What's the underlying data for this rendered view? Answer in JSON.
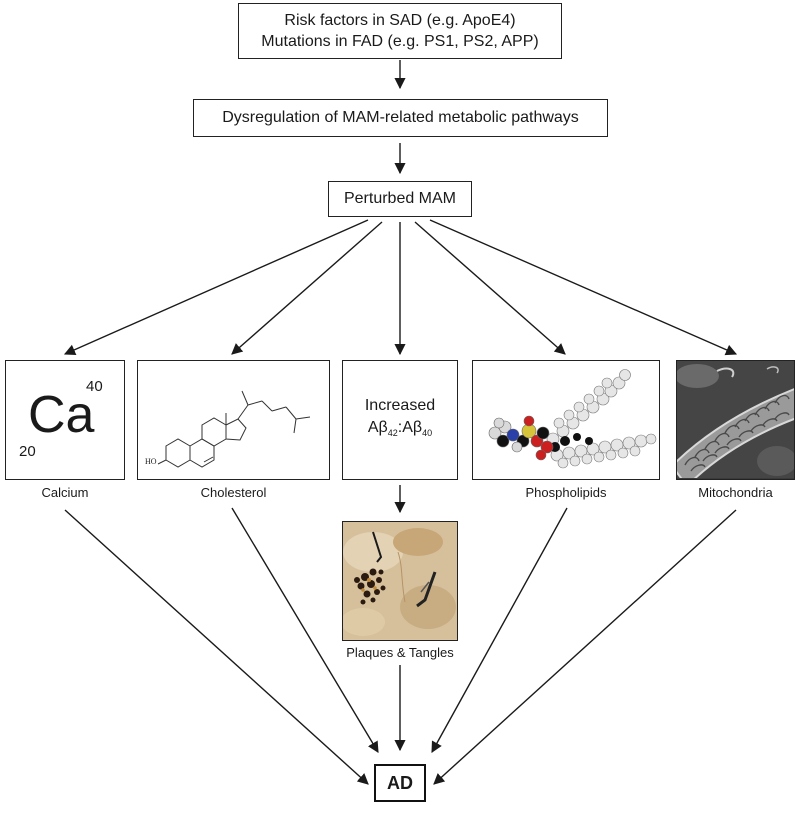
{
  "diagram": {
    "top_box": {
      "line1": "Risk factors in SAD (e.g. ApoE4)",
      "line2": "Mutations in FAD (e.g. PS1, PS2, APP)"
    },
    "dysregulation_box": "Dysregulation of MAM-related metabolic pathways",
    "perturbed_box": "Perturbed MAM",
    "calcium": {
      "symbol": "Ca",
      "mass_number": "40",
      "atomic_number": "20",
      "caption": "Calcium"
    },
    "cholesterol": {
      "ho_label": "HO",
      "caption": "Cholesterol"
    },
    "abeta": {
      "line1": "Increased",
      "a1": "Aβ",
      "sub1": "42",
      "colon": ":",
      "a2": "Aβ",
      "sub2": "40"
    },
    "phospholipids": {
      "caption": "Phospholipids"
    },
    "mitochondria": {
      "caption": "Mitochondria"
    },
    "plaques": {
      "caption": "Plaques & Tangles"
    },
    "ad_box": "AD"
  }
}
